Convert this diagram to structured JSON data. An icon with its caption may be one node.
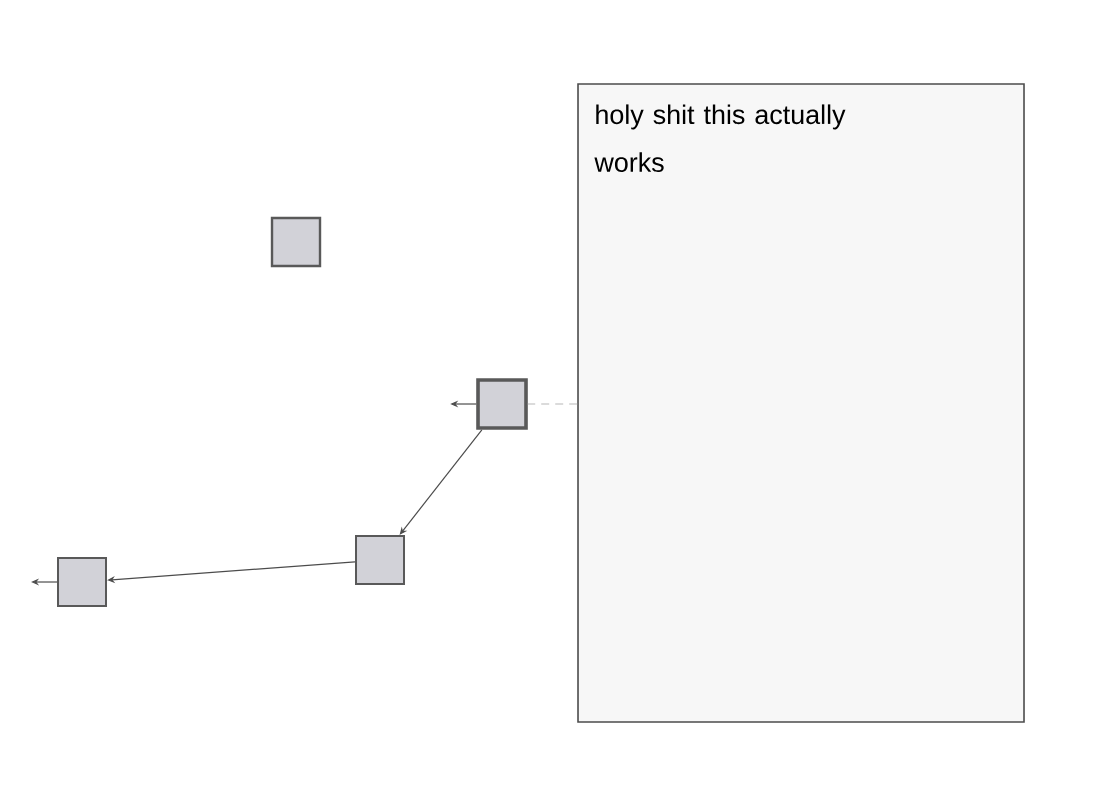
{
  "diagram": {
    "nodes": [
      {
        "text": [
          "holy shit this actually works"
        ]
      },
      {
        "text": [],
        "shape": "box"
      },
      {
        "text": [],
        "shape": "box"
      },
      {
        "text": [],
        "shape": "box"
      },
      {
        "text": [],
        "shape": "box"
      }
    ],
    "edges": [
      {
        "from": 0,
        "to": 2,
        "arrow": "none",
        "style": "dashed",
        "color": "#b8b8b8"
      },
      {
        "from": 2,
        "to": null,
        "arrow": "to"
      },
      {
        "from": 2,
        "to": 3,
        "arrow": "to"
      },
      {
        "from": 3,
        "to": 4,
        "arrow": "to"
      },
      {
        "from": 4,
        "to": null,
        "arrow": "to"
      }
    ]
  }
}
